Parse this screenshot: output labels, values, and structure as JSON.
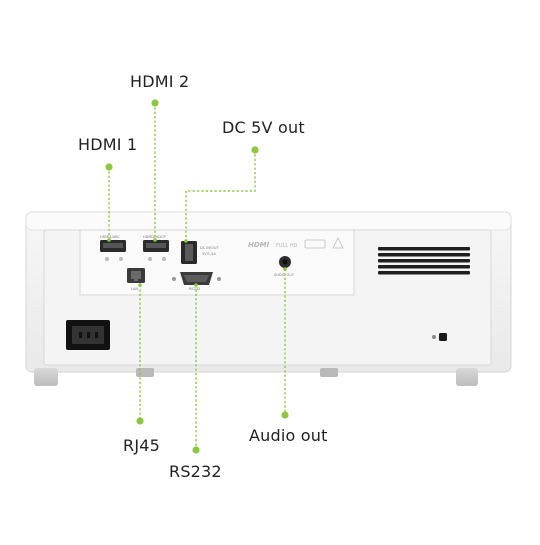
{
  "callouts": {
    "hdmi2": "HDMI 2",
    "hdmi1": "HDMI 1",
    "dc5v": "DC 5V out",
    "rj45": "RJ45",
    "rs232": "RS232",
    "audio": "Audio out"
  },
  "port_marks": {
    "hdmi1": "HDMI1/ARC",
    "hdmi2": "HDMI2/HDCP",
    "lan": "LAN",
    "dc": "DC IN/OUT",
    "dc_sub": "5V/1.5A",
    "rs232": "RS232",
    "audio": "AUDIO OUT",
    "logo": "HDMI",
    "fullhd": "FULL HD"
  },
  "colors": {
    "accent": "#8dc63f",
    "body": "#f2f2f2",
    "panel": "#fafafa"
  },
  "icons": [
    "power-inlet-icon",
    "kensington-lock-icon",
    "vent-grille-icon"
  ]
}
